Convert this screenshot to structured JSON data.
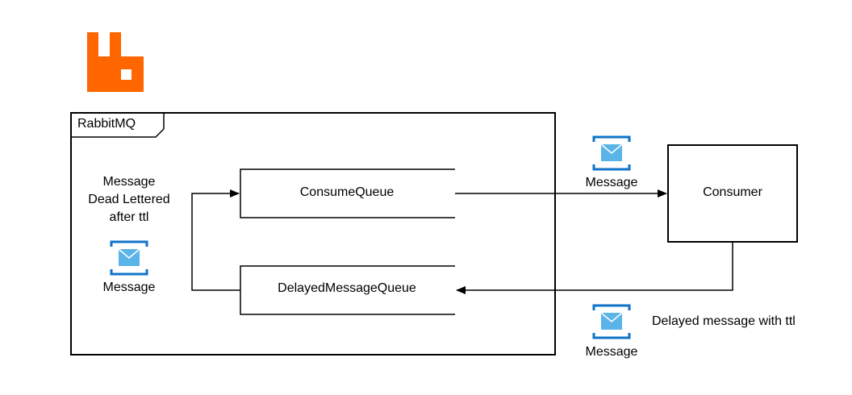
{
  "frame": {
    "title": "RabbitMQ"
  },
  "queues": {
    "consume": "ConsumeQueue",
    "delayed": "DelayedMessageQueue"
  },
  "consumer": {
    "label": "Consumer"
  },
  "dead_letter_note": {
    "line1": "Message",
    "line2": "Dead Lettered",
    "line3": "after ttl"
  },
  "messages": {
    "inner": "Message",
    "to_consumer": "Message",
    "delayed": "Message"
  },
  "delayed_note": "Delayed message with ttl",
  "colors": {
    "logo": "#FF6600",
    "envelope_frame": "#0F73C7",
    "envelope_fill": "#5AB4E8"
  },
  "icons": {
    "logo": "rabbitmq-logo",
    "message": "envelope-icon"
  }
}
